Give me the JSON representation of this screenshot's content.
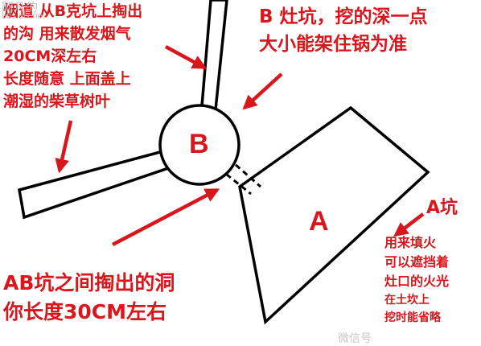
{
  "annotations": {
    "chimney_lines": [
      "烟道 从B克坑上掏出",
      "的沟 用来散发烟气",
      "20CM深左右",
      "长度随意 上面盖上",
      "潮湿的柴草树叶"
    ],
    "pit_b_lines": [
      "B 灶坑，挖的深一点",
      "大小能架住锅为准"
    ],
    "pit_a_title": "A坑",
    "pit_a_lines": [
      "用来填火",
      "可以遮挡着",
      "灶口的火光",
      "在土坎上",
      "挖时能省略"
    ],
    "tunnel_lines": [
      "AB坑之间掏出的洞",
      "你长度30CM左右"
    ]
  },
  "labels": {
    "b": "B",
    "a": "A"
  },
  "watermark": {
    "top_left_1": "阿凡的",
    "top_left_2": "bbs.afx.net",
    "bottom": "微信号"
  },
  "colors": {
    "annotation": "#d8161c",
    "outline": "#000000",
    "watermark": "#b9b9b9"
  }
}
